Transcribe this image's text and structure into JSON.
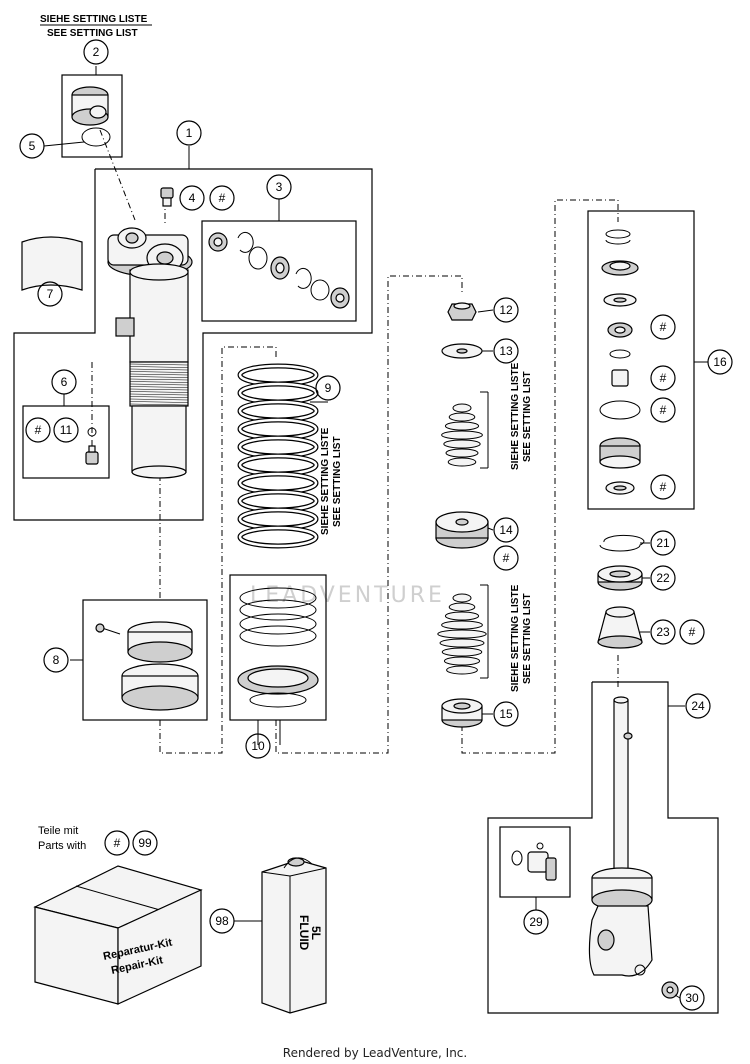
{
  "header": {
    "setting_de": "SIEHE SETTING LISTE",
    "setting_en": "SEE SETTING LIST"
  },
  "callouts": {
    "c1": "1",
    "c2": "2",
    "c3": "3",
    "c4": "4",
    "c5": "5",
    "c6": "6",
    "c7": "7",
    "c8": "8",
    "c9": "9",
    "c10": "10",
    "c11": "11",
    "c12": "12",
    "c13": "13",
    "c14": "14",
    "c15": "15",
    "c16": "16",
    "c21": "21",
    "c22": "22",
    "c23": "23",
    "c24": "24",
    "c29": "29",
    "c30": "30",
    "c98": "98",
    "c99": "99",
    "hash": "#"
  },
  "legend": {
    "teile_mit": "Teile mit",
    "parts_with": "Parts with"
  },
  "kit": {
    "line1": "Reparatur-Kit",
    "line2": "Repair-Kit"
  },
  "can": {
    "line1": "FLUID",
    "line2": "5L"
  },
  "watermark": "LEADVENTURE",
  "footer": "Rendered by LeadVenture, Inc."
}
